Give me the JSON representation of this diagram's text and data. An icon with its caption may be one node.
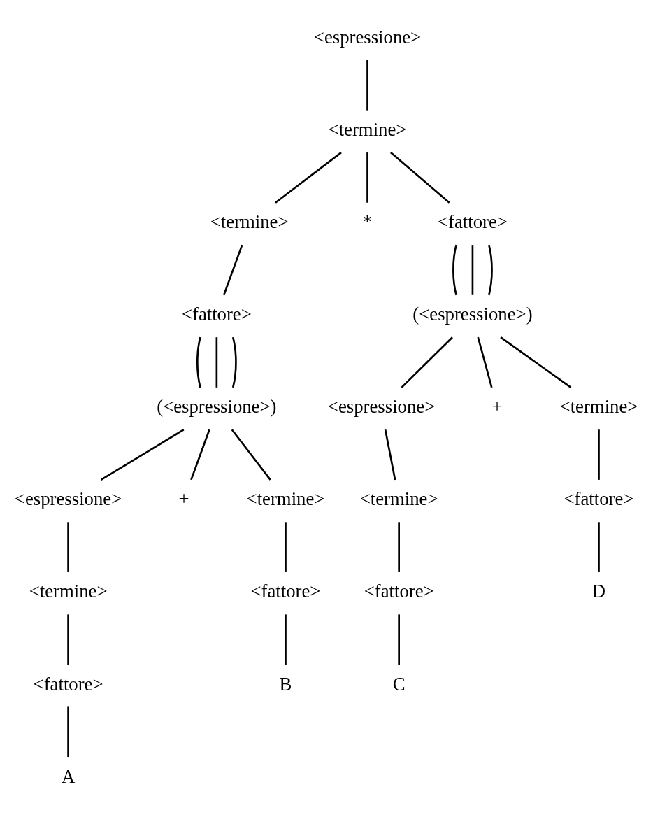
{
  "diagram": {
    "nodes": [
      {
        "text": [
          "<espressione>"
        ]
      },
      {
        "text": [
          "<termine>"
        ]
      },
      {
        "text": [
          "<termine>"
        ]
      },
      {
        "text": [
          "*"
        ]
      },
      {
        "text": [
          "<fattore>"
        ]
      },
      {
        "text": [
          "<fattore>"
        ]
      },
      {
        "text": [
          "(<espressione>)"
        ]
      },
      {
        "text": [
          "(<espressione>)"
        ]
      },
      {
        "text": [
          "<espressione>"
        ]
      },
      {
        "text": [
          "+"
        ]
      },
      {
        "text": [
          "<termine>"
        ]
      },
      {
        "text": [
          "<espressione>"
        ]
      },
      {
        "text": [
          "+"
        ]
      },
      {
        "text": [
          "<termine>"
        ]
      },
      {
        "text": [
          "<termine>"
        ]
      },
      {
        "text": [
          "<fattore>"
        ]
      },
      {
        "text": [
          "<termine>"
        ]
      },
      {
        "text": [
          "<fattore>"
        ]
      },
      {
        "text": [
          "<fattore>"
        ]
      },
      {
        "text": [
          "D"
        ]
      },
      {
        "text": [
          "<fattore>"
        ]
      },
      {
        "text": [
          "B"
        ]
      },
      {
        "text": [
          "C"
        ]
      },
      {
        "text": [
          "A"
        ]
      }
    ],
    "edges": [
      {
        "from": 0,
        "to": 1,
        "arrow": "none"
      },
      {
        "from": 1,
        "to": 2,
        "arrow": "none"
      },
      {
        "from": 1,
        "to": 3,
        "arrow": "none"
      },
      {
        "from": 1,
        "to": 4,
        "arrow": "none"
      },
      {
        "from": 2,
        "to": 5,
        "arrow": "none"
      },
      {
        "from": 4,
        "to": 6,
        "arrow": "none"
      },
      {
        "from": 4,
        "to": 6,
        "arrow": "none"
      },
      {
        "from": 4,
        "to": 6,
        "arrow": "none"
      },
      {
        "from": 5,
        "to": 7,
        "arrow": "none"
      },
      {
        "from": 5,
        "to": 7,
        "arrow": "none"
      },
      {
        "from": 5,
        "to": 7,
        "arrow": "none"
      },
      {
        "from": 7,
        "to": 11,
        "arrow": "none"
      },
      {
        "from": 7,
        "to": 12,
        "arrow": "none"
      },
      {
        "from": 7,
        "to": 13,
        "arrow": "none"
      },
      {
        "from": 6,
        "to": 8,
        "arrow": "none"
      },
      {
        "from": 6,
        "to": 9,
        "arrow": "none"
      },
      {
        "from": 6,
        "to": 10,
        "arrow": "none"
      },
      {
        "from": 8,
        "to": 14,
        "arrow": "none"
      },
      {
        "from": 10,
        "to": 15,
        "arrow": "none"
      },
      {
        "from": 11,
        "to": 16,
        "arrow": "none"
      },
      {
        "from": 13,
        "to": 17,
        "arrow": "none"
      },
      {
        "from": 14,
        "to": 18,
        "arrow": "none"
      },
      {
        "from": 15,
        "to": 19,
        "arrow": "none"
      },
      {
        "from": 16,
        "to": 20,
        "arrow": "none"
      },
      {
        "from": 17,
        "to": 21,
        "arrow": "none"
      },
      {
        "from": 18,
        "to": 22,
        "arrow": "none"
      },
      {
        "from": 20,
        "to": 23,
        "arrow": "none"
      }
    ]
  }
}
